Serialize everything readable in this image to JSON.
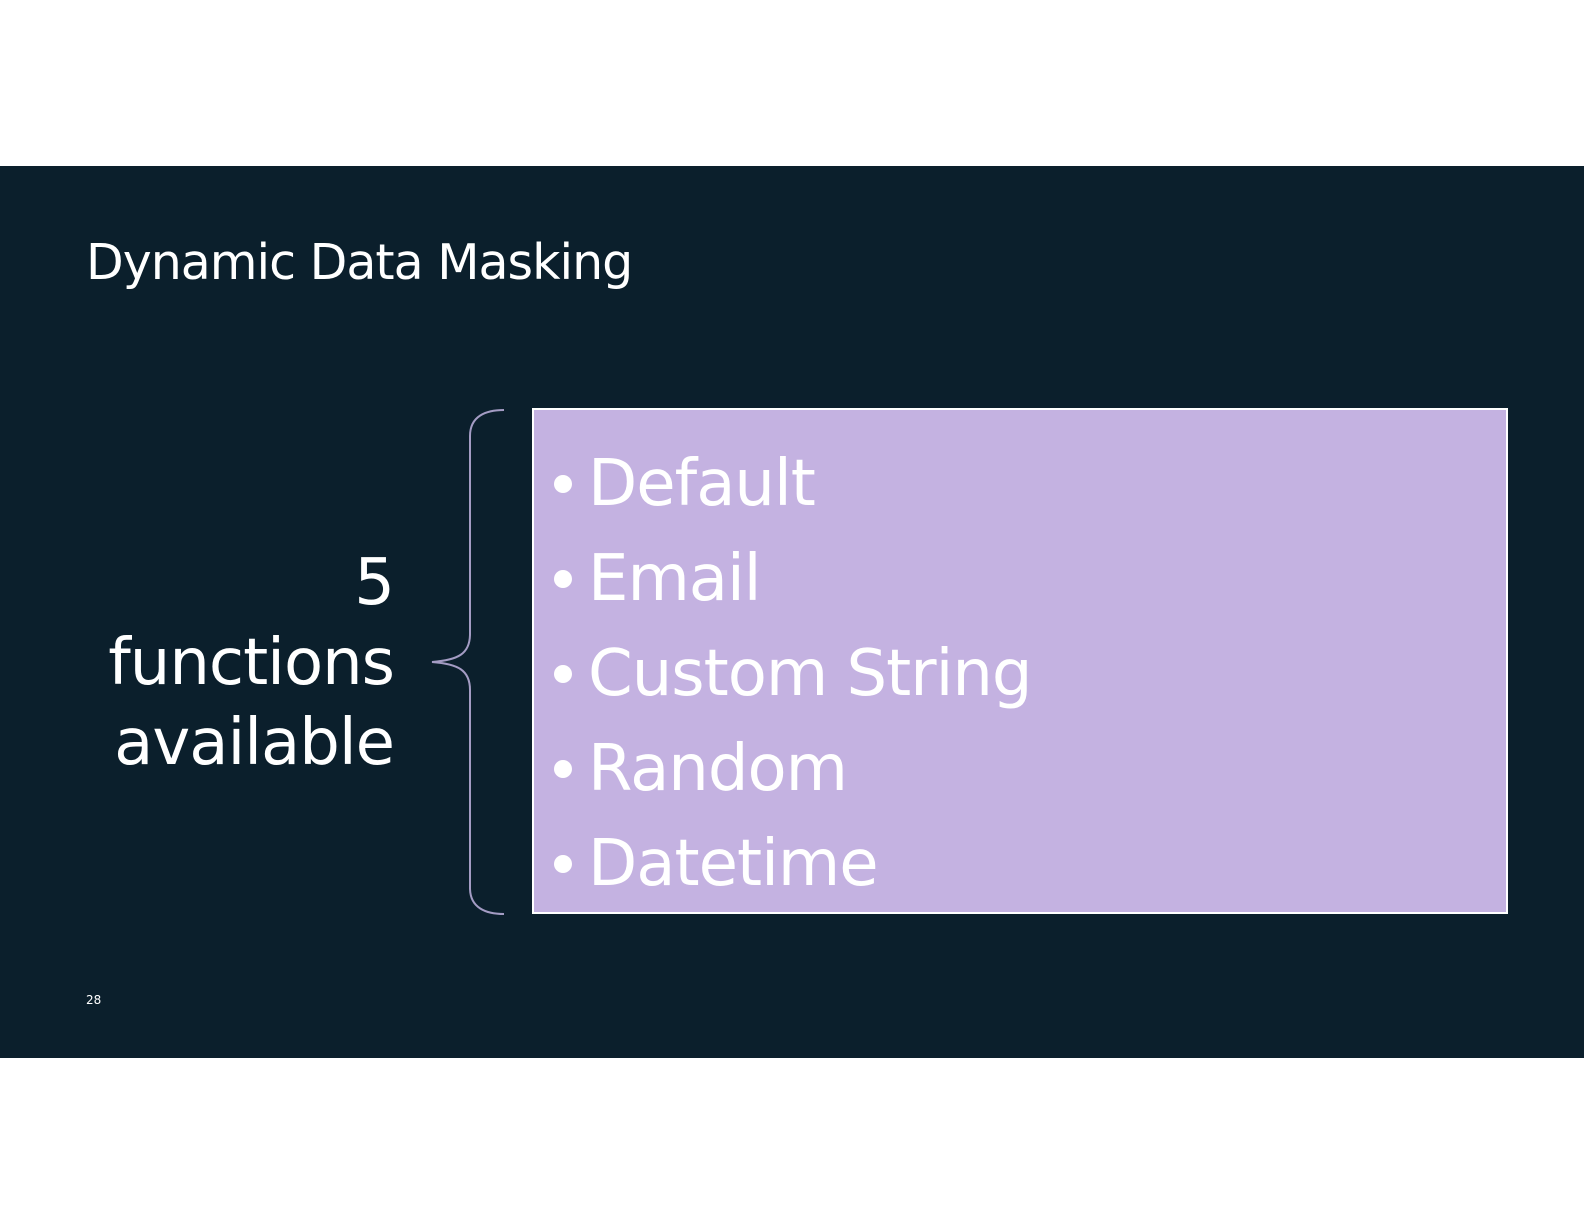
{
  "slide": {
    "title": "Dynamic Data Masking",
    "caption": {
      "line1": "5",
      "line2": "functions",
      "line3": "available"
    },
    "functions": [
      "Default",
      "Email",
      "Custom String",
      "Random",
      "Datetime"
    ],
    "page_number": "28",
    "colors": {
      "background": "#0b1f2c",
      "box_fill": "#c4b2e1",
      "text": "#ffffff",
      "brace": "#a49cc4"
    }
  }
}
